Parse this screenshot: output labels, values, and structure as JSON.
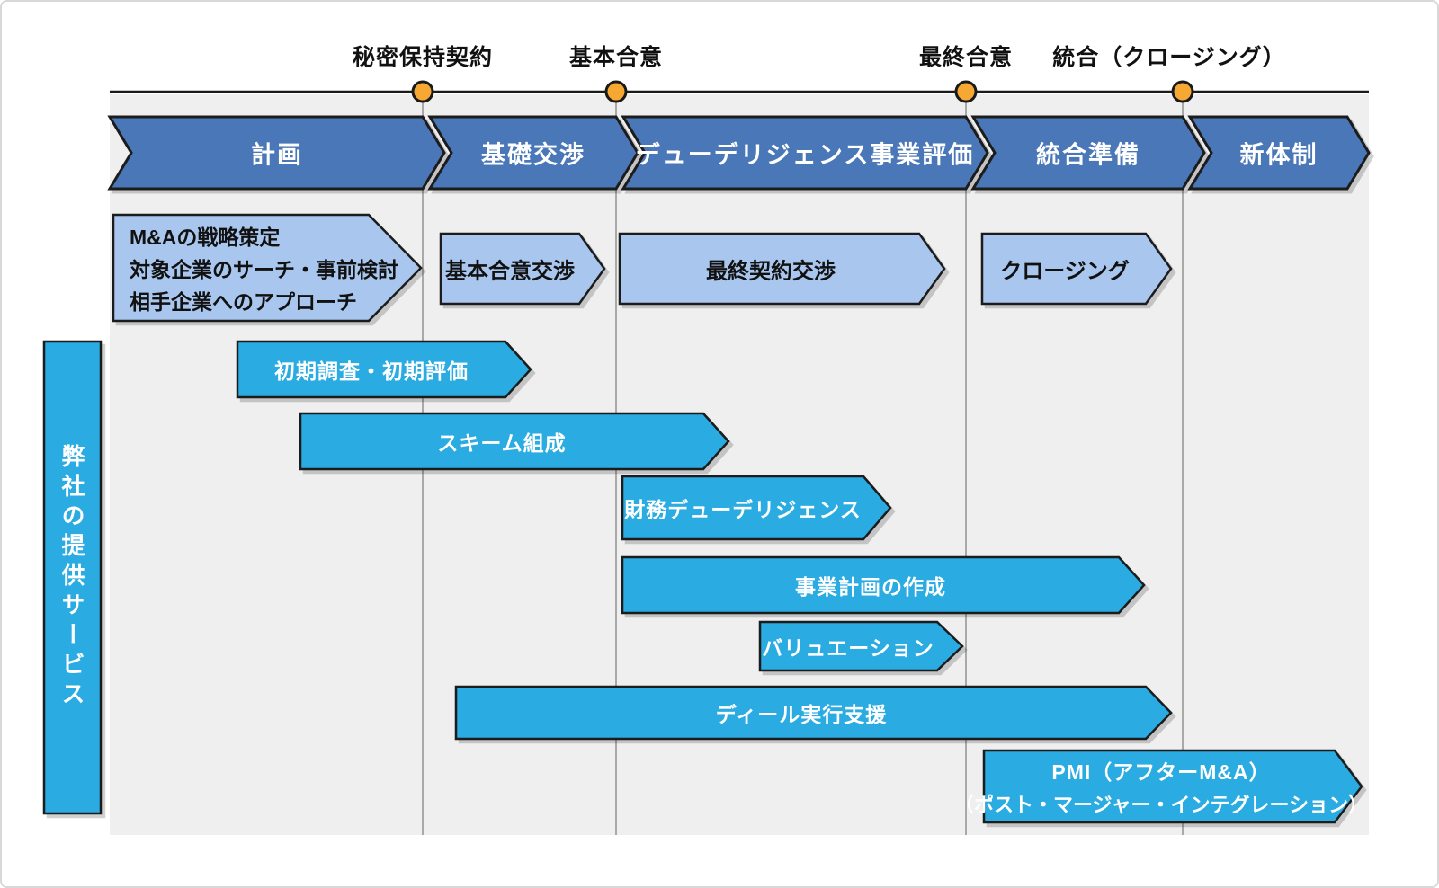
{
  "colors": {
    "phase_blue": "#4A77B7",
    "light_blue": "#A9C7EE",
    "cyan": "#29ABE2",
    "milestone_orange": "#F7A833",
    "gridline_gray": "#A9A9A9",
    "panel_gray": "#EFEFEF",
    "outline_black": "#1A1A1A"
  },
  "timeline": {
    "milestones": [
      {
        "label": "秘密保持契約"
      },
      {
        "label": "基本合意"
      },
      {
        "label": "最終合意"
      },
      {
        "label": "統合（クロージング）"
      }
    ]
  },
  "phases": [
    {
      "label": "計画"
    },
    {
      "label": "基礎交渉"
    },
    {
      "label": "デューデリジェンス事業評価"
    },
    {
      "label": "統合準備"
    },
    {
      "label": "新体制"
    }
  ],
  "process_boxes": {
    "planning": {
      "lines": [
        "M&Aの戦略策定",
        "対象企業のサーチ・事前検討",
        "相手企業へのアプローチ"
      ]
    },
    "basic_agreement": {
      "label": "基本合意交渉"
    },
    "final_contract": {
      "label": "最終契約交渉"
    },
    "closing": {
      "label": "クロージング"
    }
  },
  "services": {
    "sidebar_label": "弊社の提供サービス",
    "items": [
      {
        "label": "初期調査・初期評価"
      },
      {
        "label": "スキーム組成"
      },
      {
        "label": "財務デューデリジェンス"
      },
      {
        "label": "事業計画の作成"
      },
      {
        "label": "バリュエーション"
      },
      {
        "label": "ディール実行支援"
      },
      {
        "lines": [
          "PMI（アフターM&A）",
          "（ポスト・マージャー・インテグレーション）"
        ]
      }
    ]
  }
}
